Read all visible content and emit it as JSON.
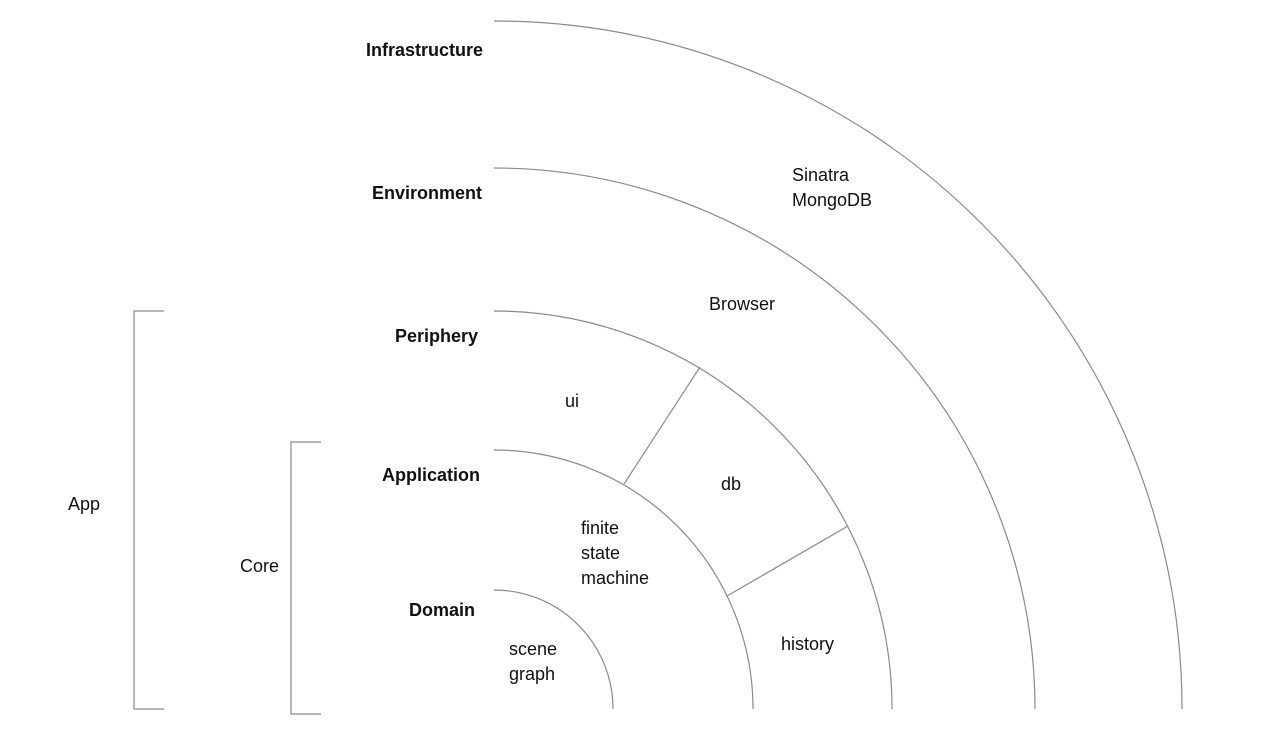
{
  "layers": {
    "infrastructure": "Infrastructure",
    "environment": "Environment",
    "periphery": "Periphery",
    "application": "Application",
    "domain": "Domain"
  },
  "groups": {
    "app": "App",
    "core": "Core"
  },
  "components": {
    "infrastructure": [
      "Sinatra",
      "MongoDB"
    ],
    "environment": "Browser",
    "periphery_ui": "ui",
    "periphery_db": "db",
    "periphery_history": "history",
    "application": [
      "finite",
      "state",
      "machine"
    ],
    "domain": [
      "scene",
      "graph"
    ]
  }
}
